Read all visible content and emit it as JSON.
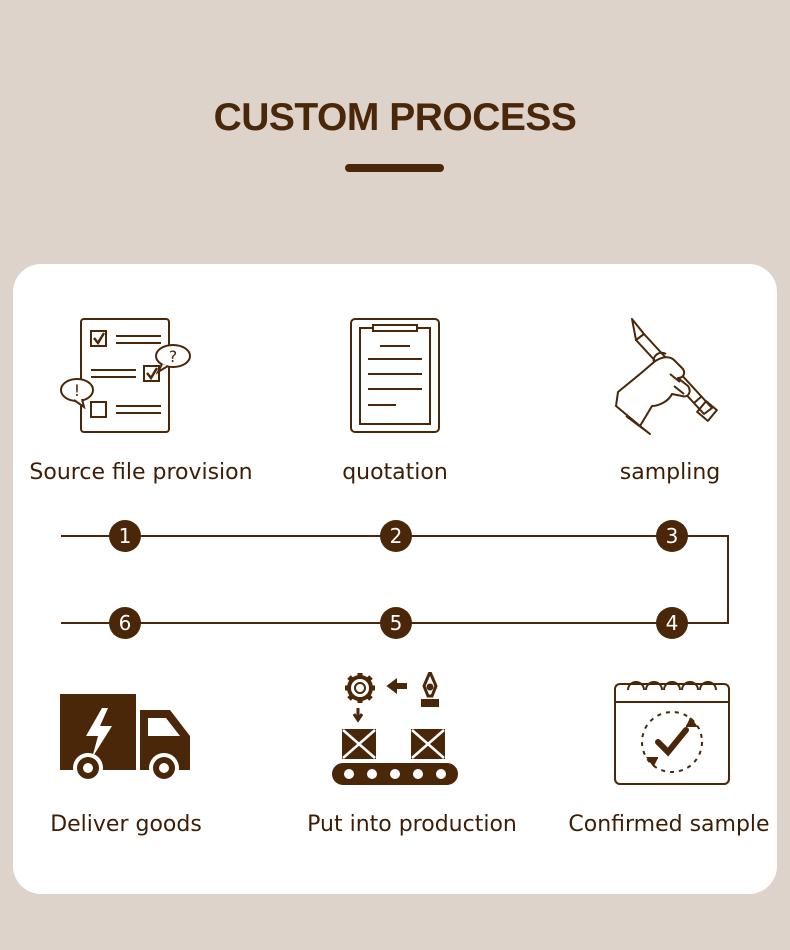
{
  "header": {
    "title": "CUSTOM PROCESS"
  },
  "colors": {
    "accent": "#4a2708",
    "background": "#ddd3ca",
    "card": "#ffffff"
  },
  "steps": [
    {
      "number": "1",
      "label": "Source file provision",
      "icon": "checklist-document-icon"
    },
    {
      "number": "2",
      "label": "quotation",
      "icon": "clipboard-document-icon"
    },
    {
      "number": "3",
      "label": "sampling",
      "icon": "hand-pencil-icon"
    },
    {
      "number": "4",
      "label": "Confirmed sample",
      "icon": "calendar-check-icon"
    },
    {
      "number": "5",
      "label": "Put into production",
      "icon": "conveyor-production-icon"
    },
    {
      "number": "6",
      "label": "Deliver goods",
      "icon": "delivery-truck-icon"
    }
  ]
}
